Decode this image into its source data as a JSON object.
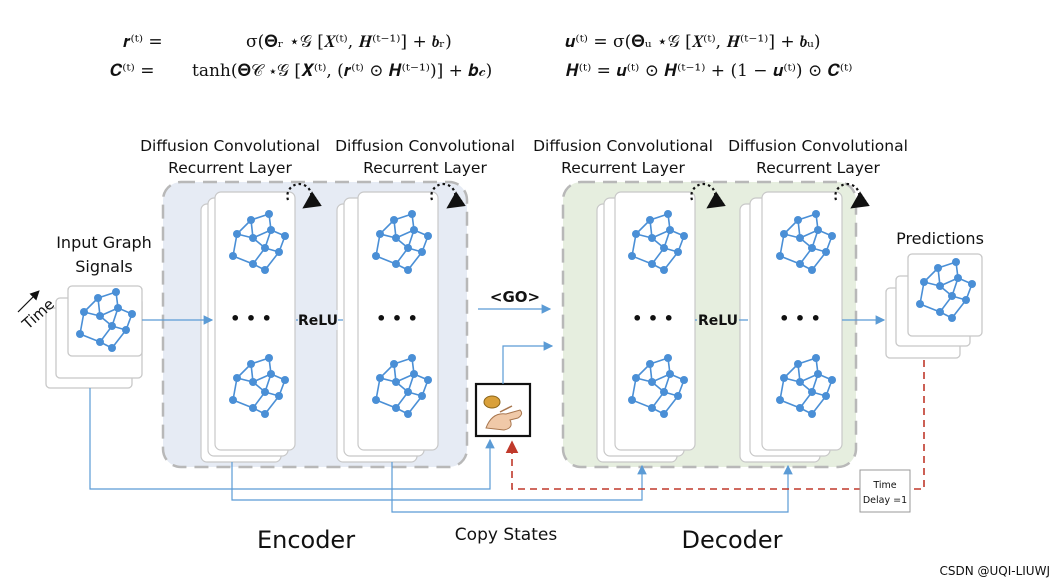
{
  "equations": {
    "r_lhs": "𝒓⁽ᵗ⁾ =",
    "r_rhs": "σ(𝚯ᵣ ⋆𝒢 [𝑿⁽ᵗ⁾, 𝑯⁽ᵗ⁻¹⁾] + 𝒃ᵣ)",
    "c_lhs": "𝑪⁽ᵗ⁾ =",
    "c_rhs": "tanh(𝚯𝒞 ⋆𝒢 [𝑿⁽ᵗ⁾, (𝒓⁽ᵗ⁾ ⊙ 𝑯⁽ᵗ⁻¹⁾)] + 𝒃𝒸)",
    "u_eq": "𝒖⁽ᵗ⁾ = σ(𝚯ᵤ ⋆𝒢 [𝑿⁽ᵗ⁾, 𝑯⁽ᵗ⁻¹⁾] + 𝒃ᵤ)",
    "h_eq": "𝑯⁽ᵗ⁾ = 𝒖⁽ᵗ⁾ ⊙ 𝑯⁽ᵗ⁻¹⁾ + (1 − 𝒖⁽ᵗ⁾) ⊙ 𝑪⁽ᵗ⁾"
  },
  "labels": {
    "layer_line1": "Diffusion Convolutional",
    "layer_line2": "Recurrent Layer",
    "input_line1": "Input Graph",
    "input_line2": "Signals",
    "time": "Time",
    "relu": "ReLU",
    "go": "<GO>",
    "ellipsis": "• • •",
    "predictions": "Predictions",
    "time_delay_line1": "Time",
    "time_delay_line2": "Delay =1",
    "encoder": "Encoder",
    "decoder": "Decoder",
    "copy_states": "Copy States",
    "watermark": "CSDN @UQI-LIUWJ"
  },
  "colors": {
    "encoder_bg": "#e6ebf4",
    "decoder_bg": "#e6eedf",
    "node": "#4a8fd6",
    "edge": "#4a8fd6",
    "arrow": "#5b9bd5",
    "feedback": "#c0392b"
  },
  "icons": [
    "graph-icon",
    "coin-flip-icon",
    "loop-arrow-icon"
  ]
}
